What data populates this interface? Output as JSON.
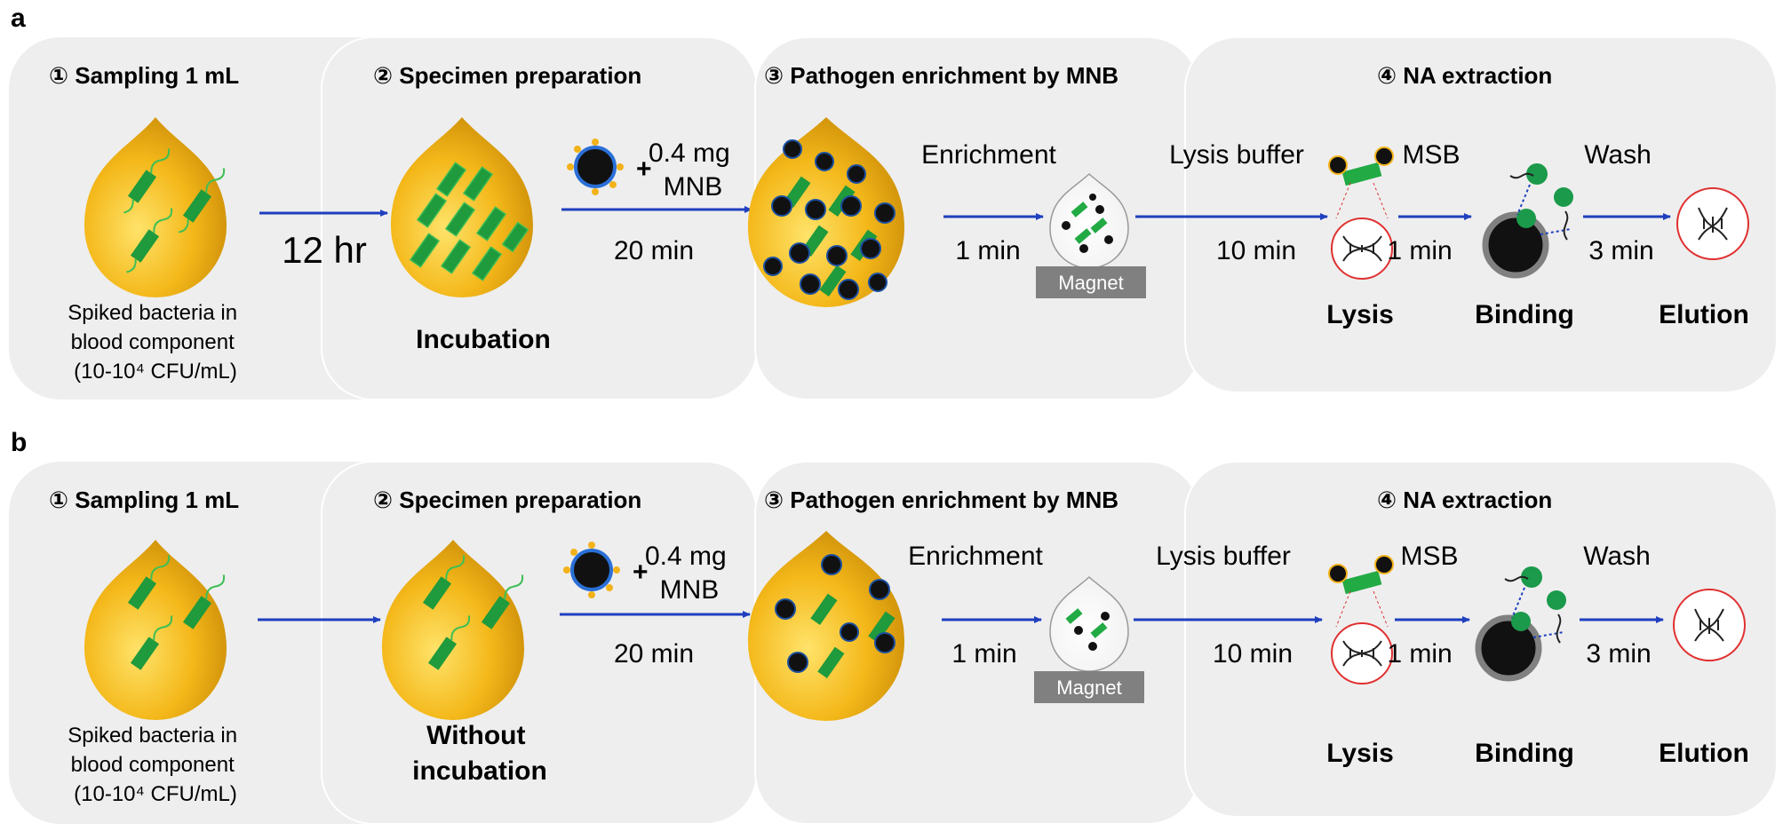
{
  "panels": [
    {
      "letter": "a",
      "steps": [
        {
          "title": "① Sampling 1 mL"
        },
        {
          "title": "② Specimen preparation"
        },
        {
          "title": "③ Pathogen enrichment by MNB"
        },
        {
          "title": "④ NA extraction"
        }
      ],
      "sample_caption": [
        "Spiked bacteria in",
        "blood component",
        "(10-10⁴ CFU/mL)"
      ],
      "incubation_time": "12 hr",
      "prep_caption": [
        "Incubation"
      ],
      "mnb_amount": [
        "0.4 mg",
        "MNB"
      ],
      "mnb_time": "20 min",
      "enrichment_label": "Enrichment",
      "enrichment_time": "1 min",
      "magnet_label": "Magnet",
      "lysis_buffer_label": "Lysis buffer",
      "lysis_time": "10 min",
      "msb_label": "MSB",
      "binding_time": "1 min",
      "wash_label": "Wash",
      "wash_time": "3 min",
      "stage_labels": [
        "Lysis",
        "Binding",
        "Elution"
      ]
    },
    {
      "letter": "b",
      "steps": [
        {
          "title": "① Sampling 1 mL"
        },
        {
          "title": "② Specimen preparation"
        },
        {
          "title": "③ Pathogen enrichment by MNB"
        },
        {
          "title": "④ NA extraction"
        }
      ],
      "sample_caption": [
        "Spiked bacteria in",
        "blood component",
        "(10-10⁴ CFU/mL)"
      ],
      "incubation_time": "",
      "prep_caption": [
        "Without",
        "incubation"
      ],
      "mnb_amount": [
        "0.4 mg",
        "MNB"
      ],
      "mnb_time": "20 min",
      "enrichment_label": "Enrichment",
      "enrichment_time": "1 min",
      "magnet_label": "Magnet",
      "lysis_buffer_label": "Lysis buffer",
      "lysis_time": "10 min",
      "msb_label": "MSB",
      "binding_time": "1 min",
      "wash_label": "Wash",
      "wash_time": "3 min",
      "stage_labels": [
        "Lysis",
        "Binding",
        "Elution"
      ]
    }
  ],
  "colors": {
    "panel_bg": "#eeeeee",
    "arrow": "#1f3fbf",
    "drop_light": "#ffd84a",
    "drop_dark": "#d8960a",
    "bacteria": "#22aa44",
    "bead": "#111111",
    "ring": "#e03030",
    "magnet": "#808080"
  }
}
